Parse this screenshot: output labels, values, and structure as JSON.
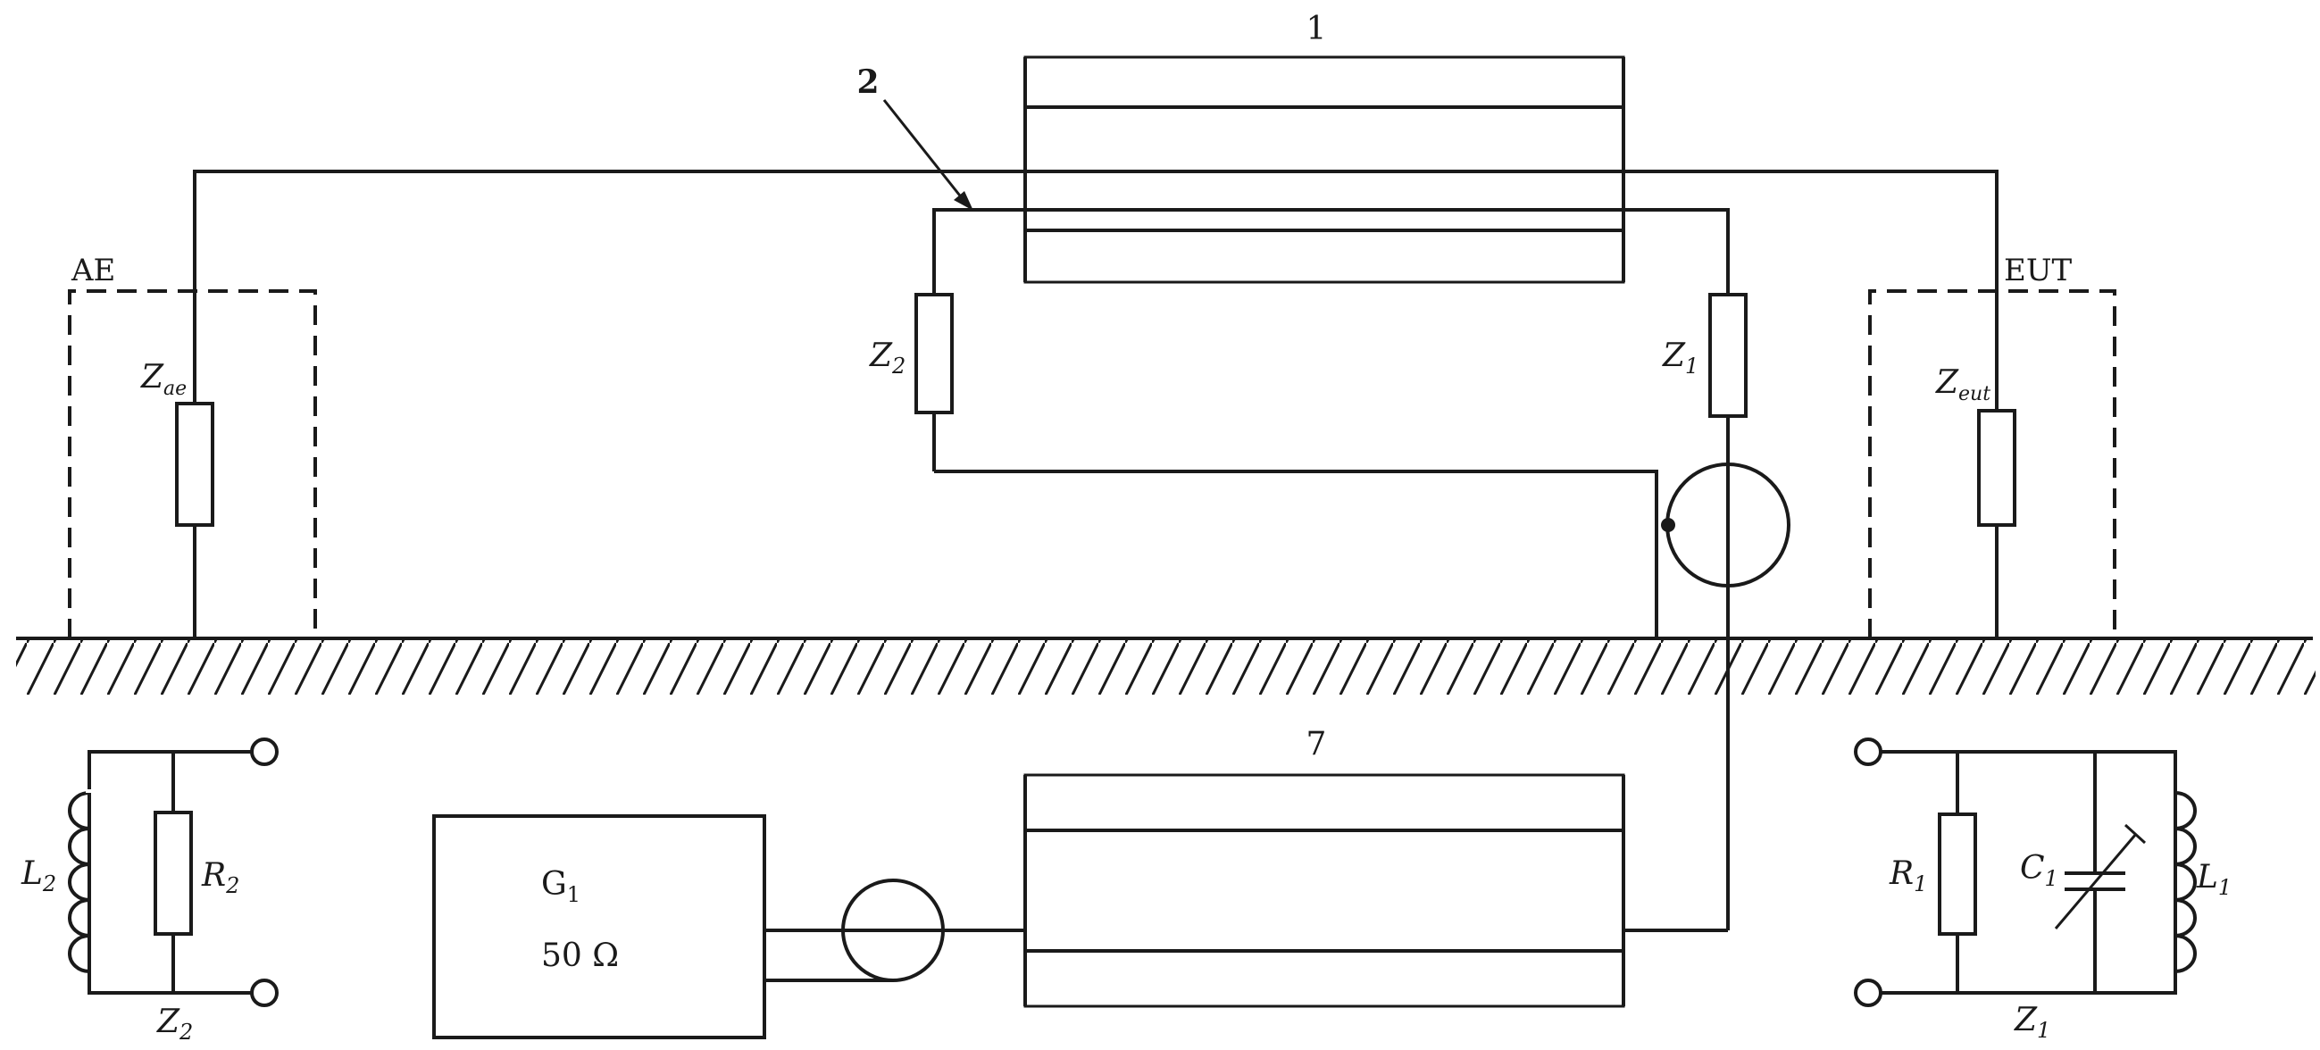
{
  "labels": {
    "callout_1": "1",
    "callout_2": "2",
    "callout_7": "7",
    "ae": "AE",
    "eut": "EUT",
    "z_ae_main": "Z",
    "z_ae_sub": "ae",
    "z_eut_main": "Z",
    "z_eut_sub": "eut",
    "z1_main": "Z",
    "z1_sub": "1",
    "z2_main": "Z",
    "z2_sub": "2",
    "generator_name_main": "G",
    "generator_name_sub": "1",
    "generator_impedance": "50 Ω",
    "left_l_main": "L",
    "left_l_sub": "2",
    "left_r_main": "R",
    "left_r_sub": "2",
    "left_z_main": "Z",
    "left_z_sub": "2",
    "right_r_main": "R",
    "right_r_sub": "1",
    "right_c_main": "C",
    "right_c_sub": "1",
    "right_l_main": "L",
    "right_l_sub": "1",
    "right_z_main": "Z",
    "right_z_sub": "1"
  },
  "colors": {
    "line": "#1a1a1a",
    "background": "#ffffff",
    "ferrite_dots": "#777777"
  }
}
